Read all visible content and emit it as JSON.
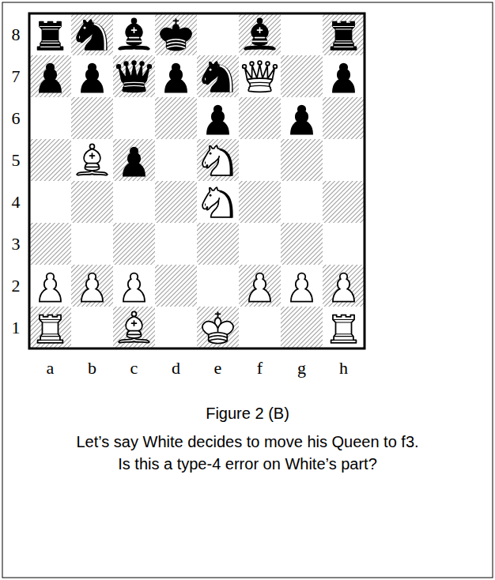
{
  "diagram": {
    "caption": "Figure 2 (B)",
    "labels": [
      "8",
      "7",
      "6",
      "5",
      "4",
      "3",
      "2",
      "1",
      "a",
      "b",
      "c",
      "d",
      "e",
      "f",
      "g",
      "h",
      "Let’s say White decides to move his Queen to f3.",
      "Is this a type-4 error on White’s part?"
    ]
  }
}
